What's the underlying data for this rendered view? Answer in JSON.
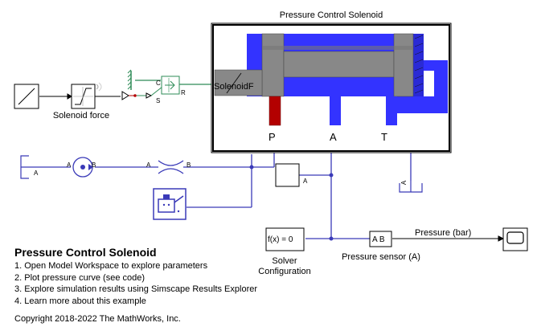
{
  "subsystem": {
    "title": "Pressure Control Solenoid",
    "solenoid_label": "SolenoidF",
    "port_p": "P",
    "port_a": "A",
    "port_t": "T"
  },
  "blocks": {
    "solenoid_force_label": "Solenoid force",
    "converter_port_c": "C",
    "converter_port_s": "S",
    "converter_port_r": "R",
    "source_port_a": "A",
    "pump_port_a": "A",
    "pump_port_b": "B",
    "orifice_port_a": "A",
    "orifice_port_b": "B",
    "sensor_port_a_left": "A",
    "sensor_port_a_tank": "A",
    "solver_expr": "f(x) = 0",
    "solver_label_line1": "Solver",
    "solver_label_line2": "Configuration",
    "pressure_sensor_ports": "A  B",
    "pressure_sensor_label": "Pressure sensor (A)",
    "pressure_signal_label": "Pressure (bar)"
  },
  "description": {
    "title": "Pressure Control Solenoid",
    "steps": [
      "1. Open Model Workspace to explore parameters",
      "2. Plot pressure curve (see code)",
      "3. Explore simulation results using Simscape Results Explorer",
      "4. Learn more about this example"
    ],
    "copyright": "Copyright 2018-2022 The MathWorks, Inc."
  },
  "colors": {
    "hydraulic_line": "#3a3ab8",
    "fluid_blue": "#3333ff",
    "spool_gray": "#888888",
    "pressure_red": "#b30000",
    "mech_green": "#2e8b57",
    "signal_black": "#000000"
  }
}
